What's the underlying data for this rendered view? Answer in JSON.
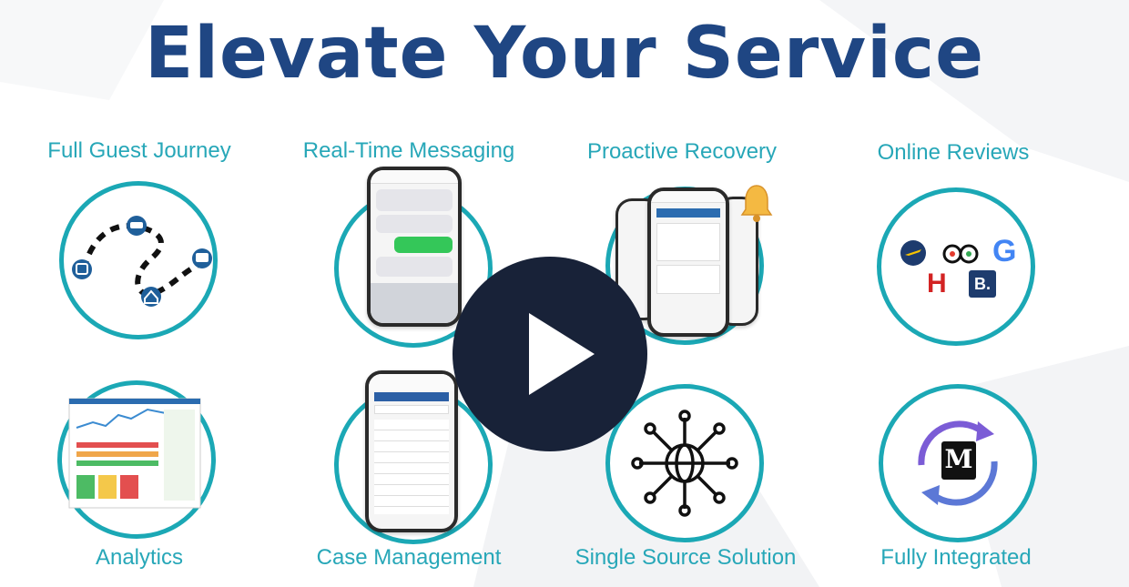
{
  "title": "Elevate Your Service",
  "features": {
    "full_guest_journey": "Full Guest Journey",
    "real_time_messaging": "Real-Time Messaging",
    "proactive_recovery": "Proactive Recovery",
    "online_reviews": "Online Reviews",
    "analytics": "Analytics",
    "case_management": "Case Management",
    "single_source_solution": "Single Source Solution",
    "fully_integrated": "Fully Integrated"
  },
  "review_logos": {
    "google": "G",
    "hotels": "H",
    "booking": "B."
  },
  "integrated_logo": "M",
  "play": {
    "icon": "play-icon"
  },
  "colors": {
    "title": "#1f4683",
    "label": "#27a7b8",
    "ring": "#1ba8b5",
    "play_button": "#182238"
  }
}
